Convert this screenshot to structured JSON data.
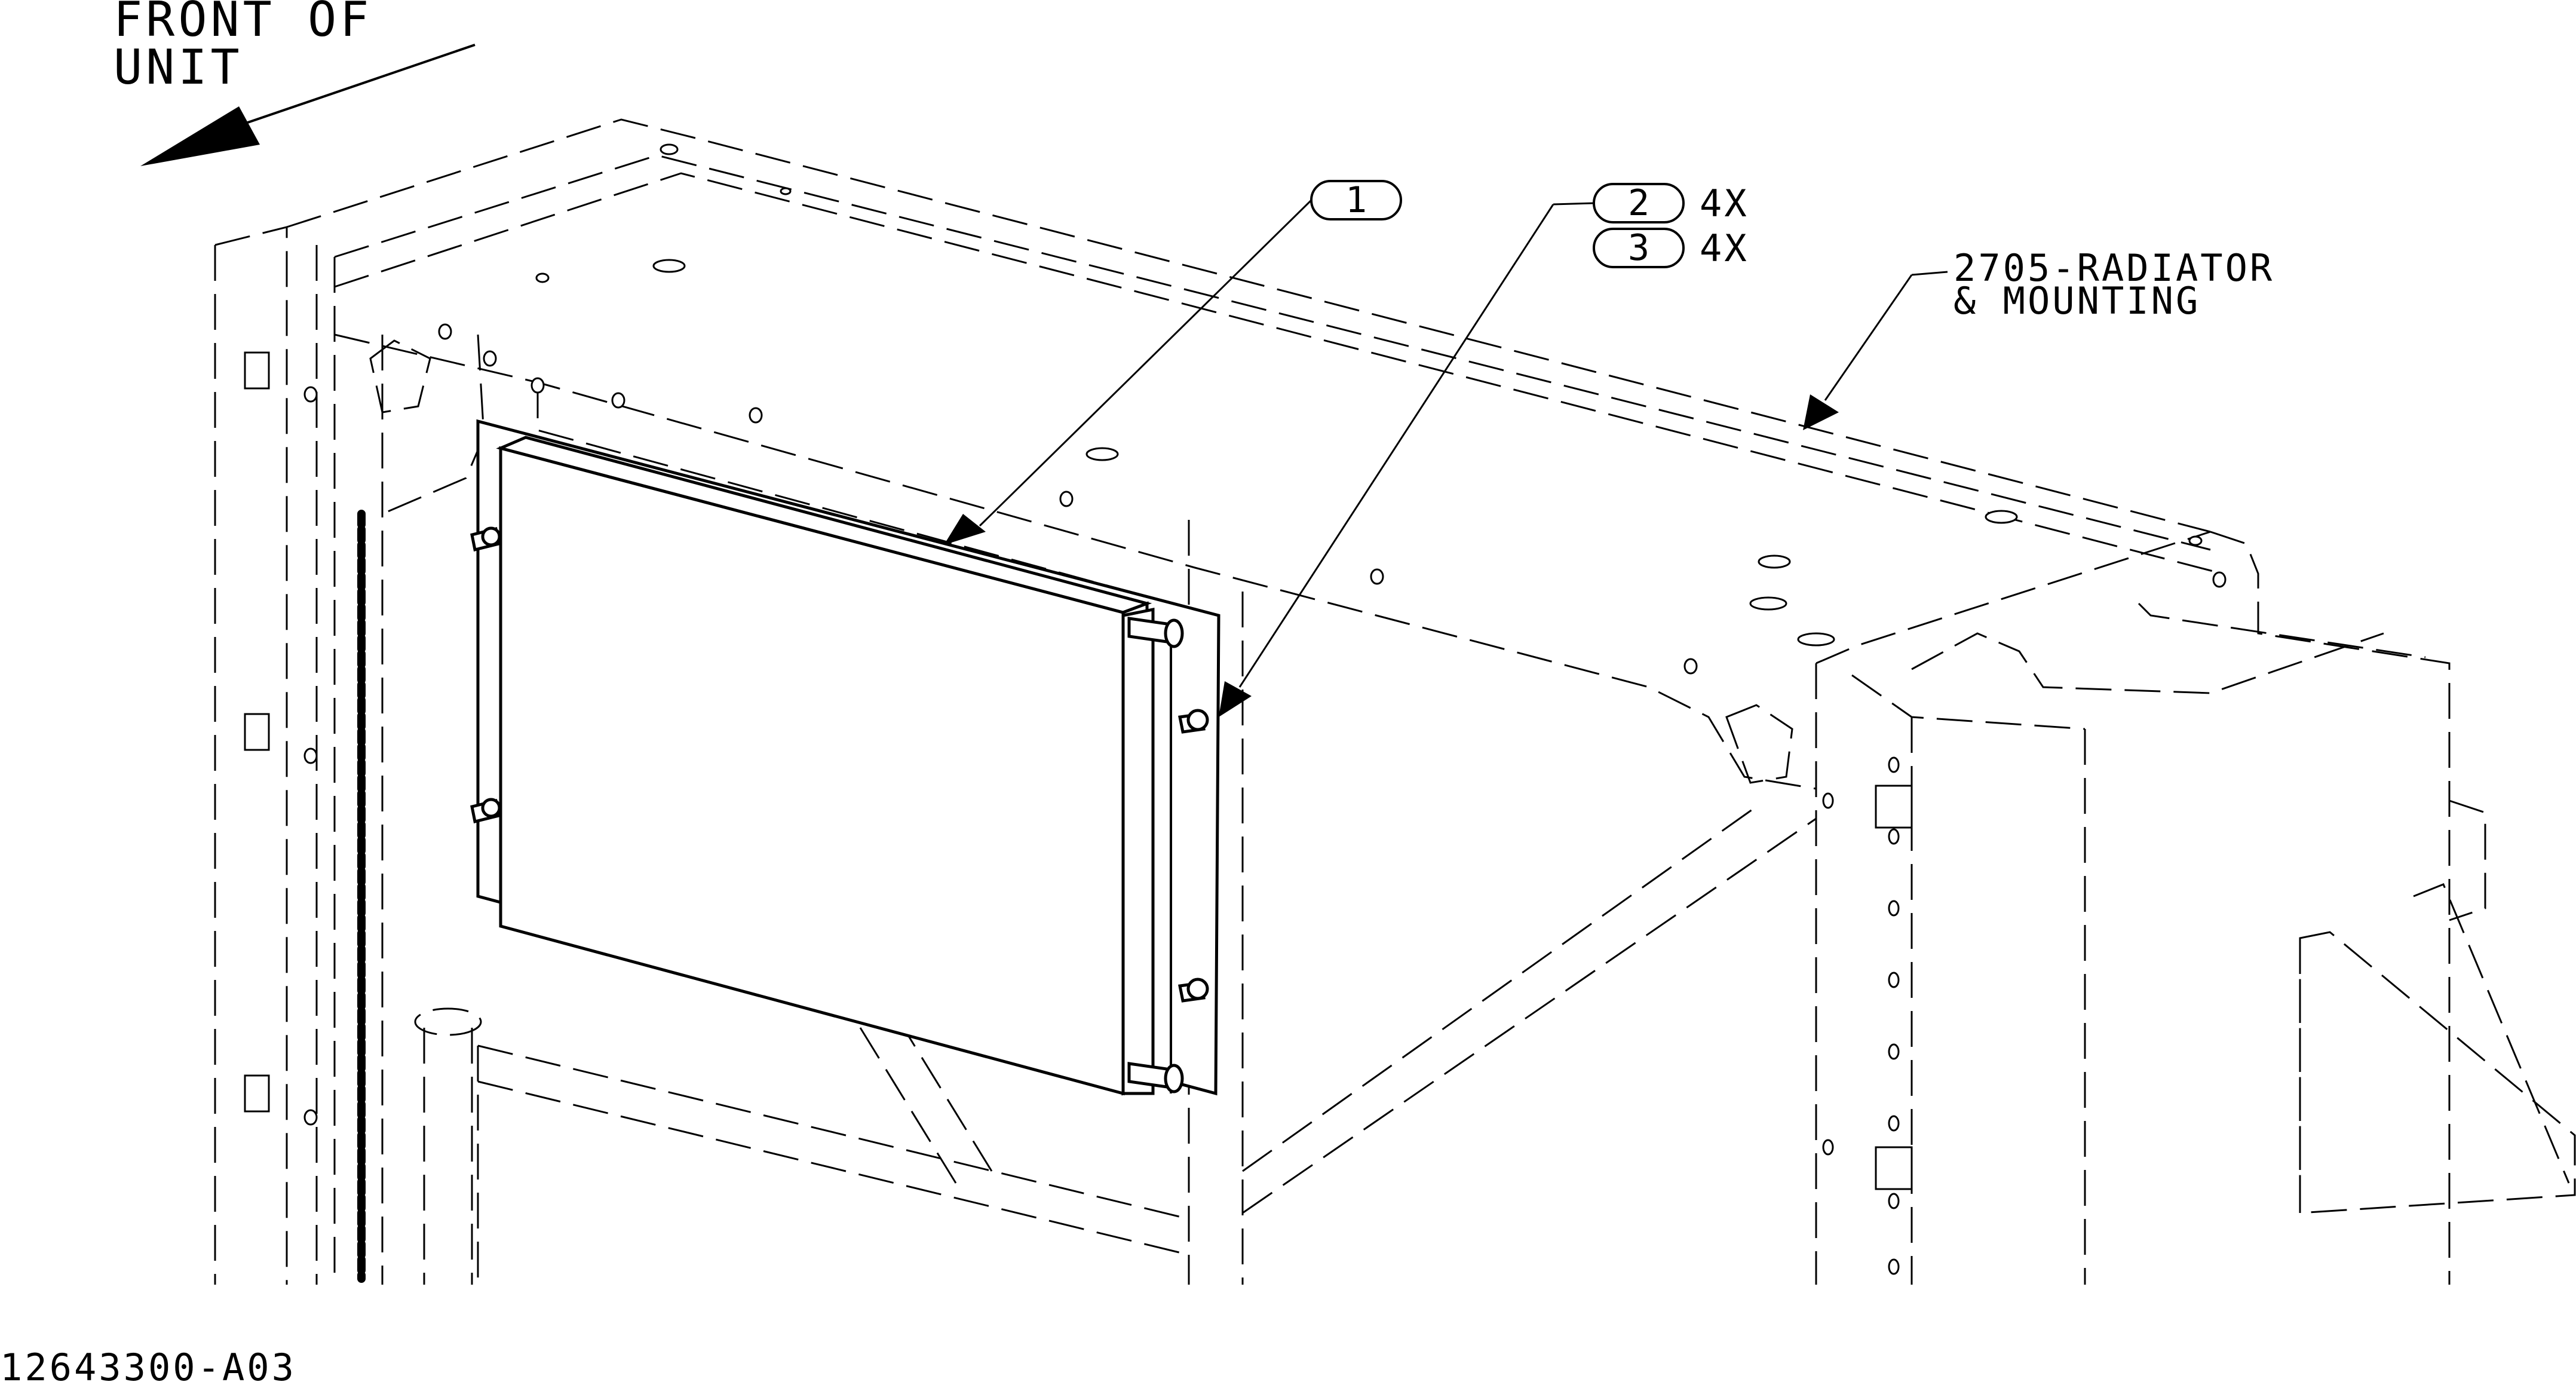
{
  "direction_note": {
    "line1": "FRONT OF",
    "line2": "UNIT"
  },
  "balloons": [
    {
      "number": "1",
      "qty": ""
    },
    {
      "number": "2",
      "qty": "4X"
    },
    {
      "number": "3",
      "qty": "4X"
    }
  ],
  "reference_callout": {
    "line1": "2705-RADIATOR",
    "line2": "& MOUNTING"
  },
  "drawing_number": "12643300-A03"
}
